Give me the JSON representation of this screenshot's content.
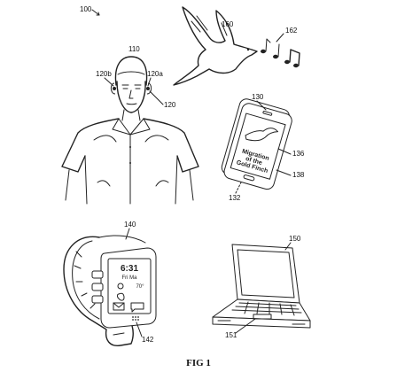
{
  "figure": {
    "caption": "FIG 1",
    "main_ref": "100"
  },
  "person": {
    "ref": "110",
    "ear_left_ref": "120b",
    "ear_right_ref": "120a",
    "earpiece_ref": "120"
  },
  "bird": {
    "ref": "160",
    "song_ref": "162"
  },
  "tablet": {
    "ref": "130",
    "screen_ref": "136",
    "text_ref": "138",
    "button_ref": "132",
    "screen_text_lines": [
      "Migration",
      "of the",
      "Gold Finch"
    ]
  },
  "watch": {
    "ref": "140",
    "sensor_ref": "142",
    "time": "6:31",
    "line2": "Fri Ma",
    "weather": "70°"
  },
  "laptop": {
    "ref": "150",
    "touchpad_ref": "151"
  }
}
